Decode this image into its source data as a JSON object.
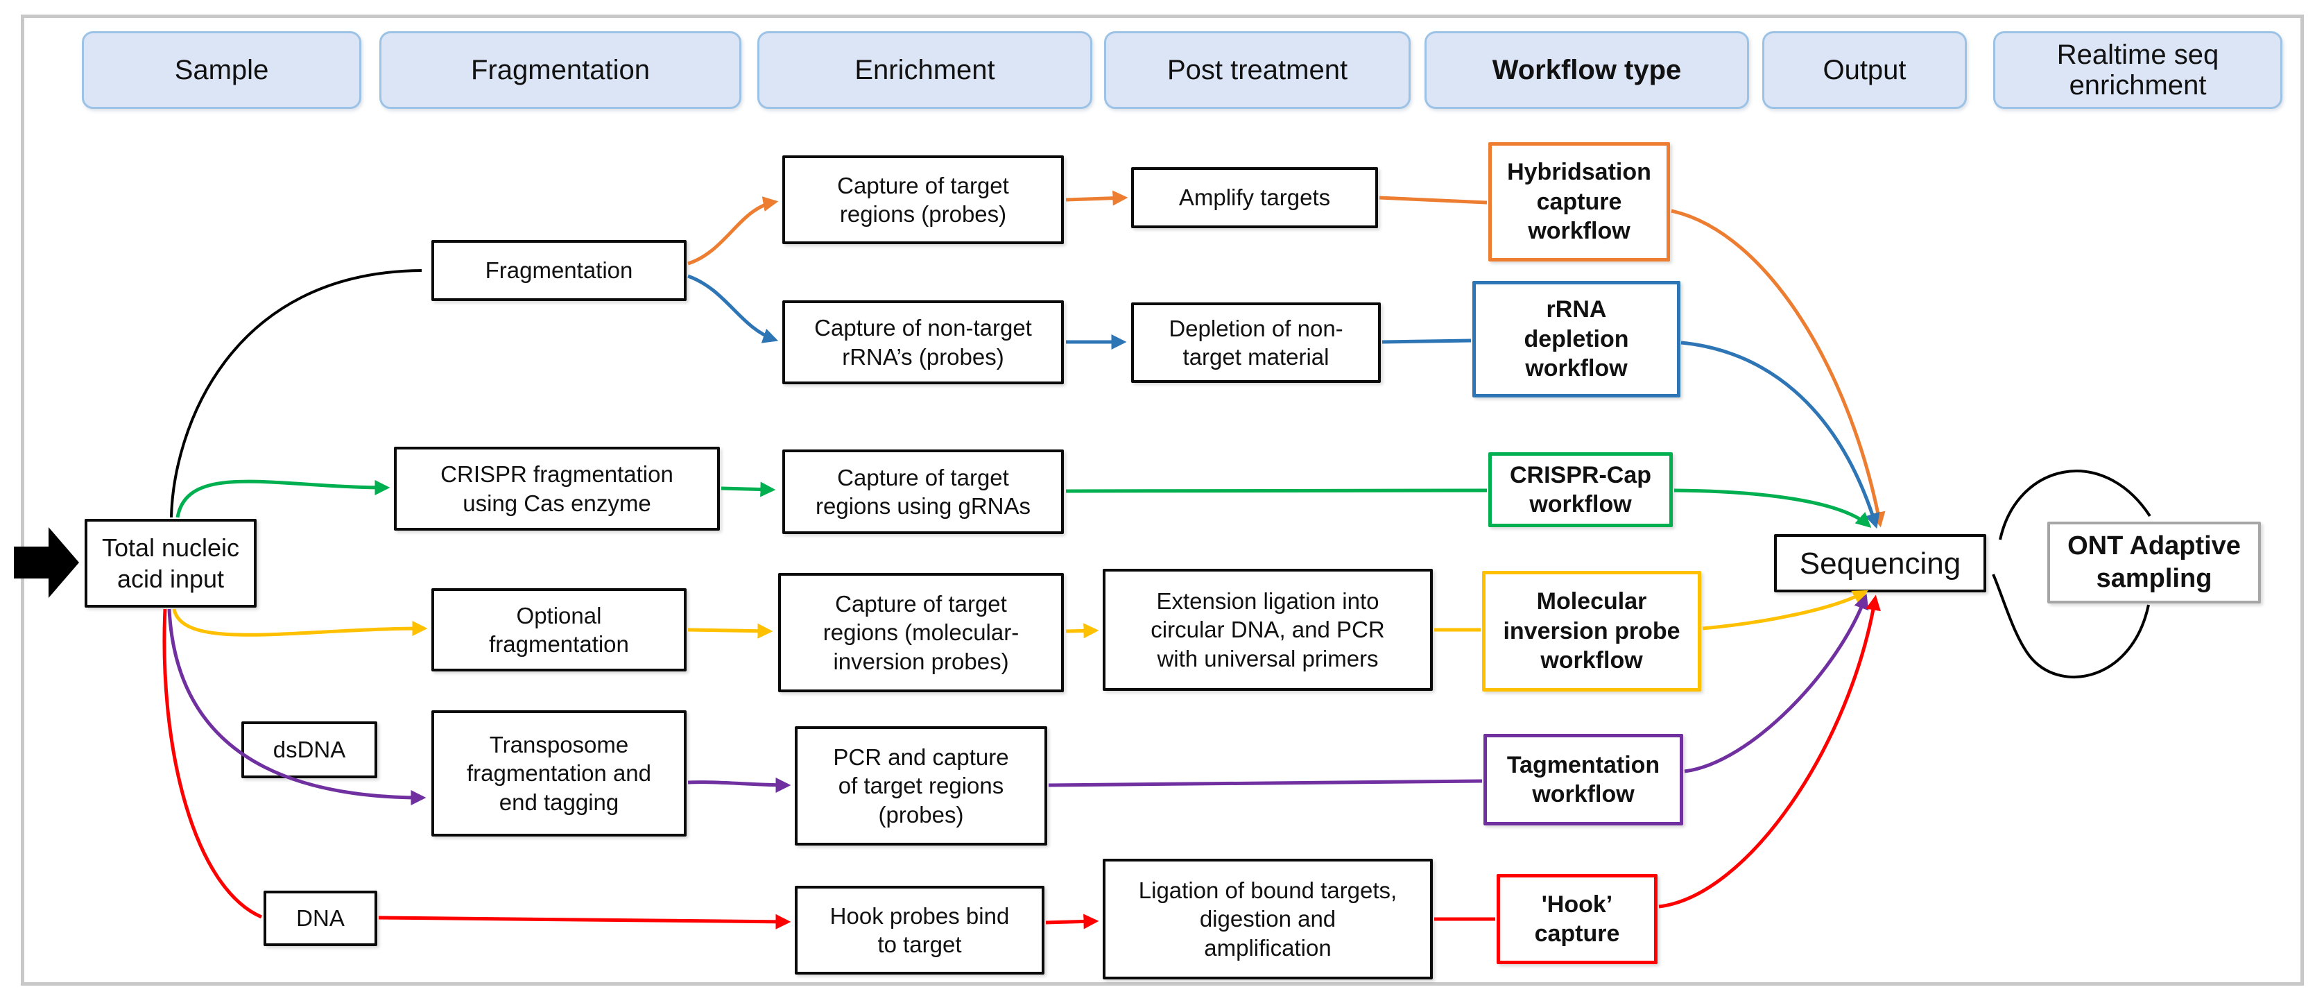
{
  "columns": [
    "Sample",
    "Fragmentation",
    "Enrichment",
    "Post treatment",
    "Workflow type",
    "Output",
    "Realtime seq\nenrichment"
  ],
  "nodes": {
    "total_input": "Total nucleic\nacid input",
    "fragmentation": "Fragmentation",
    "capture_target_probes": "Capture of target\nregions (probes)",
    "amplify_targets": "Amplify targets",
    "hybridisation_workflow": "Hybridsation\ncapture\nworkflow",
    "capture_non_target": "Capture of non-target\nrRNA’s (probes)",
    "depletion_non_target": "Depletion of non-\ntarget material",
    "rrna_workflow": "rRNA\ndepletion\nworkflow",
    "crispr_fragmentation": "CRISPR fragmentation\nusing Cas enzyme",
    "capture_grnas": "Capture of target\nregions using gRNAs",
    "crispr_cap_workflow": "CRISPR-Cap\nworkflow",
    "optional_fragmentation": "Optional\nfragmentation",
    "capture_mip": "Capture of target\nregions (molecular-\ninversion probes)",
    "extension_ligation": "Extension ligation into\ncircular DNA, and PCR\nwith universal primers",
    "mip_workflow": "Molecular\ninversion probe\nworkflow",
    "dsdna": "dsDNA",
    "transposome": "Transposome\nfragmentation and\nend tagging",
    "pcr_capture": "PCR and capture\nof target regions\n(probes)",
    "tagmentation_workflow": "Tagmentation\nworkflow",
    "dna": "DNA",
    "hook_probes": "Hook probes bind\nto target",
    "ligation_bound": "Ligation of bound targets,\ndigestion and\namplification",
    "hook_capture": "'Hook’\ncapture",
    "sequencing": "Sequencing",
    "ont_adaptive": "ONT Adaptive\nsampling"
  },
  "colors": {
    "orange": "#ED7D31",
    "blue": "#2E75B6",
    "green": "#00B050",
    "yellow": "#FFC000",
    "purple": "#7030A0",
    "red": "#FF0000",
    "header_fill": "#DBE5F5",
    "header_border": "#9CC3E6",
    "box_border": "#0A0A0A",
    "ont_border": "#A6A6A6",
    "frame": "#C8C8C8"
  }
}
